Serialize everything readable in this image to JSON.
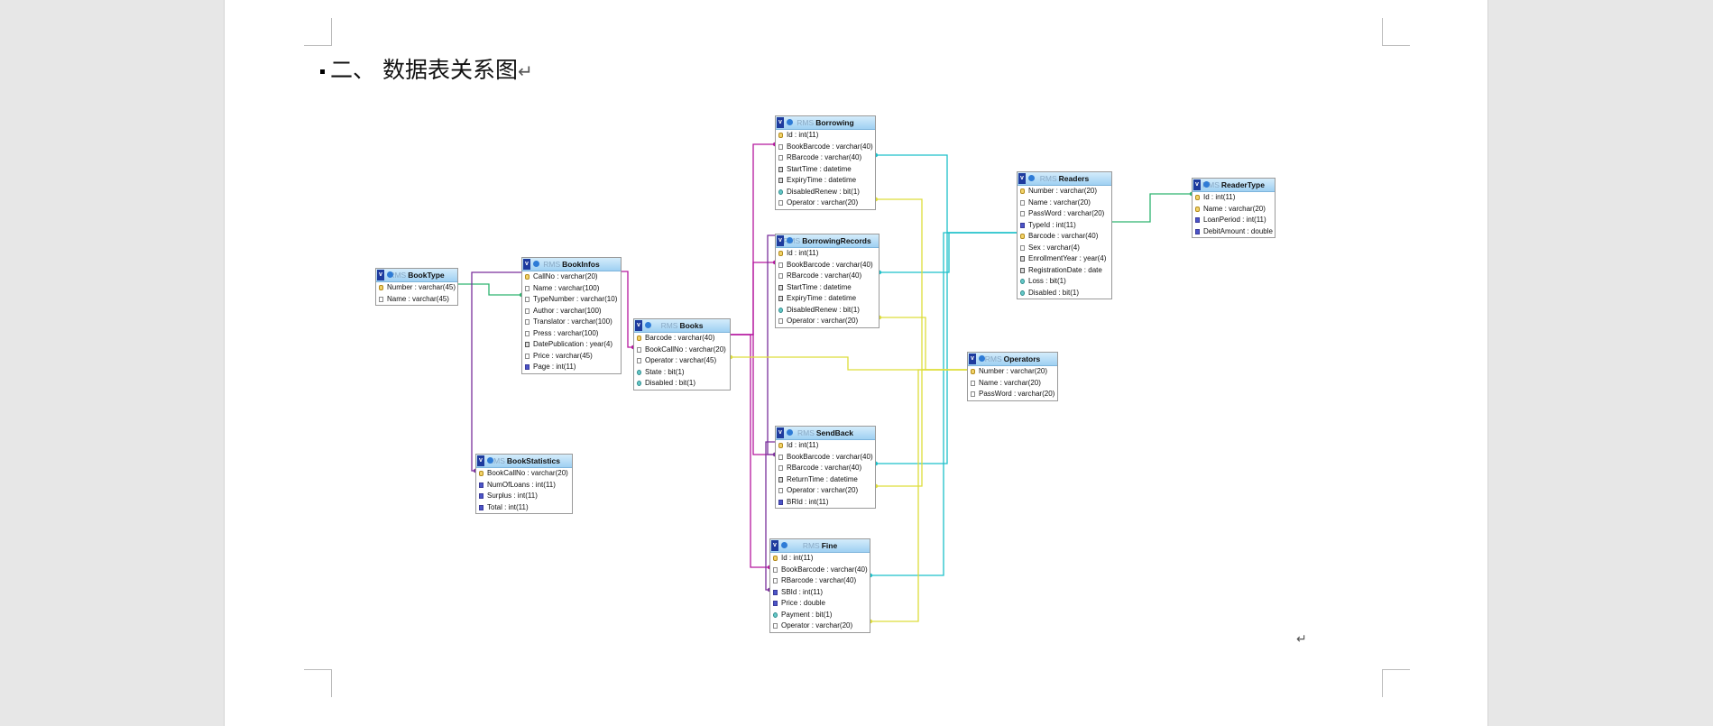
{
  "heading": {
    "text": "二、  数据表关系图",
    "mark": "↵"
  },
  "end_mark": "↵",
  "schema_prefix": "RMS",
  "colors": {
    "purple": "#b5179e",
    "cyan": "#1cc0c9",
    "yellow": "#dddd3a",
    "green": "#2db36f",
    "darkpurple": "#7a2f9c"
  },
  "tables": [
    {
      "name": "BookType",
      "fields": [
        {
          "text": "Number : varchar(45)",
          "icon": "key"
        },
        {
          "text": "Name : varchar(45)",
          "icon": "str"
        }
      ]
    },
    {
      "name": "BookInfos",
      "fields": [
        {
          "text": "CallNo : varchar(20)",
          "icon": "key"
        },
        {
          "text": "Name : varchar(100)",
          "icon": "str"
        },
        {
          "text": "TypeNumber : varchar(10)",
          "icon": "str"
        },
        {
          "text": "Author : varchar(100)",
          "icon": "str"
        },
        {
          "text": "Translator : varchar(100)",
          "icon": "str"
        },
        {
          "text": "Press : varchar(100)",
          "icon": "str"
        },
        {
          "text": "DatePublication : year(4)",
          "icon": "date"
        },
        {
          "text": "Price : varchar(45)",
          "icon": "str"
        },
        {
          "text": "Page : int(11)",
          "icon": "num"
        }
      ]
    },
    {
      "name": "Books",
      "fields": [
        {
          "text": "Barcode : varchar(40)",
          "icon": "key"
        },
        {
          "text": "BookCallNo : varchar(20)",
          "icon": "str"
        },
        {
          "text": "Operator : varchar(45)",
          "icon": "str"
        },
        {
          "text": "State : bit(1)",
          "icon": "bit"
        },
        {
          "text": "Disabled : bit(1)",
          "icon": "bit"
        }
      ]
    },
    {
      "name": "BookStatistics",
      "fields": [
        {
          "text": "BookCallNo : varchar(20)",
          "icon": "key"
        },
        {
          "text": "NumOfLoans : int(11)",
          "icon": "num"
        },
        {
          "text": "Surplus : int(11)",
          "icon": "num"
        },
        {
          "text": "Total : int(11)",
          "icon": "num"
        }
      ]
    },
    {
      "name": "Borrowing",
      "fields": [
        {
          "text": "Id : int(11)",
          "icon": "key"
        },
        {
          "text": "BookBarcode : varchar(40)",
          "icon": "str"
        },
        {
          "text": "RBarcode : varchar(40)",
          "icon": "str"
        },
        {
          "text": "StartTime : datetime",
          "icon": "date"
        },
        {
          "text": "ExpiryTime : datetime",
          "icon": "date"
        },
        {
          "text": "DisabledRenew : bit(1)",
          "icon": "bit"
        },
        {
          "text": "Operator : varchar(20)",
          "icon": "str"
        }
      ]
    },
    {
      "name": "BorrowingRecords",
      "fields": [
        {
          "text": "Id : int(11)",
          "icon": "key"
        },
        {
          "text": "BookBarcode : varchar(40)",
          "icon": "str"
        },
        {
          "text": "RBarcode : varchar(40)",
          "icon": "str"
        },
        {
          "text": "StartTime : datetime",
          "icon": "date"
        },
        {
          "text": "ExpiryTime : datetime",
          "icon": "date"
        },
        {
          "text": "DisabledRenew : bit(1)",
          "icon": "bit"
        },
        {
          "text": "Operator : varchar(20)",
          "icon": "str"
        }
      ]
    },
    {
      "name": "SendBack",
      "fields": [
        {
          "text": "Id : int(11)",
          "icon": "key"
        },
        {
          "text": "BookBarcode : varchar(40)",
          "icon": "str"
        },
        {
          "text": "RBarcode : varchar(40)",
          "icon": "str"
        },
        {
          "text": "ReturnTime : datetime",
          "icon": "date"
        },
        {
          "text": "Operator : varchar(20)",
          "icon": "str"
        },
        {
          "text": "BRId : int(11)",
          "icon": "num"
        }
      ]
    },
    {
      "name": "Fine",
      "fields": [
        {
          "text": "Id : int(11)",
          "icon": "key"
        },
        {
          "text": "BookBarcode : varchar(40)",
          "icon": "str"
        },
        {
          "text": "RBarcode : varchar(40)",
          "icon": "str"
        },
        {
          "text": "SBId : int(11)",
          "icon": "num"
        },
        {
          "text": "Price : double",
          "icon": "num"
        },
        {
          "text": "Payment : bit(1)",
          "icon": "bit"
        },
        {
          "text": "Operator : varchar(20)",
          "icon": "str"
        }
      ]
    },
    {
      "name": "Readers",
      "fields": [
        {
          "text": "Number : varchar(20)",
          "icon": "key"
        },
        {
          "text": "Name : varchar(20)",
          "icon": "str"
        },
        {
          "text": "PassWord : varchar(20)",
          "icon": "str"
        },
        {
          "text": "TypeId : int(11)",
          "icon": "num"
        },
        {
          "text": "Barcode : varchar(40)",
          "icon": "key"
        },
        {
          "text": "Sex : varchar(4)",
          "icon": "str"
        },
        {
          "text": "EnrollmentYear : year(4)",
          "icon": "date"
        },
        {
          "text": "RegistrationDate : date",
          "icon": "date"
        },
        {
          "text": "Loss : bit(1)",
          "icon": "bit"
        },
        {
          "text": "Disabled : bit(1)",
          "icon": "bit"
        }
      ]
    },
    {
      "name": "ReaderType",
      "fields": [
        {
          "text": "Id : int(11)",
          "icon": "key"
        },
        {
          "text": "Name : varchar(20)",
          "icon": "key"
        },
        {
          "text": "LoanPeriod : int(11)",
          "icon": "num"
        },
        {
          "text": "DebitAmount : double",
          "icon": "num"
        }
      ]
    },
    {
      "name": "Operators",
      "fields": [
        {
          "text": "Number : varchar(20)",
          "icon": "key"
        },
        {
          "text": "Name : varchar(20)",
          "icon": "str"
        },
        {
          "text": "PassWord : varchar(20)",
          "icon": "str"
        }
      ]
    }
  ]
}
